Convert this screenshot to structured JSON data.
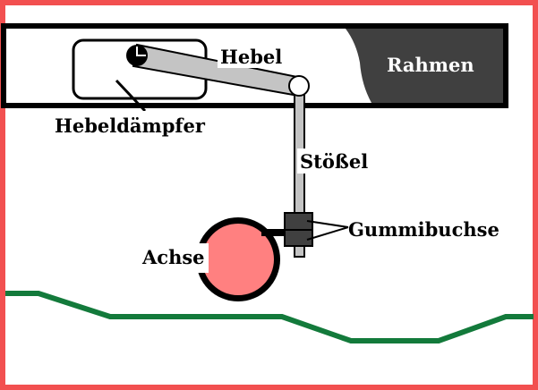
{
  "diagram": {
    "labels": {
      "frame": "Rahmen",
      "lever": "Hebel",
      "lever_damper": "Hebeldämpfer",
      "push_rod": "Stößel",
      "rubber_bushing": "Gummibuchse",
      "axle": "Achse"
    },
    "colors": {
      "border": "#f25050",
      "frame_outline": "#000000",
      "frame_block": "#404040",
      "lever": "#c4c4c4",
      "axle": "#ff8080",
      "axle_ring": "#000000",
      "bushing": "#404040",
      "ground": "#137a3b"
    }
  }
}
